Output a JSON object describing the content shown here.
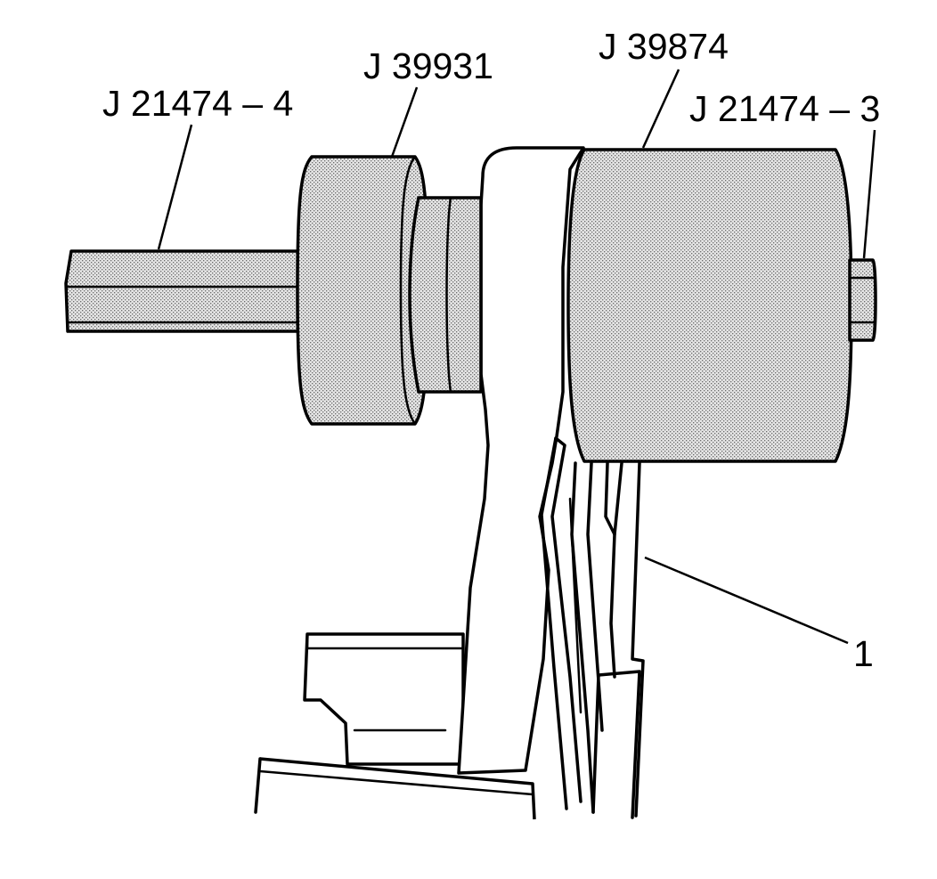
{
  "labels": {
    "j21474_4": "J 21474 – 4",
    "j39931": "J 39931",
    "j39874": "J 39874",
    "j21474_3": "J 21474 – 3",
    "item_1": "1"
  },
  "colors": {
    "line": "#000000",
    "shading": "#d0d0d0",
    "background": "#ffffff"
  }
}
